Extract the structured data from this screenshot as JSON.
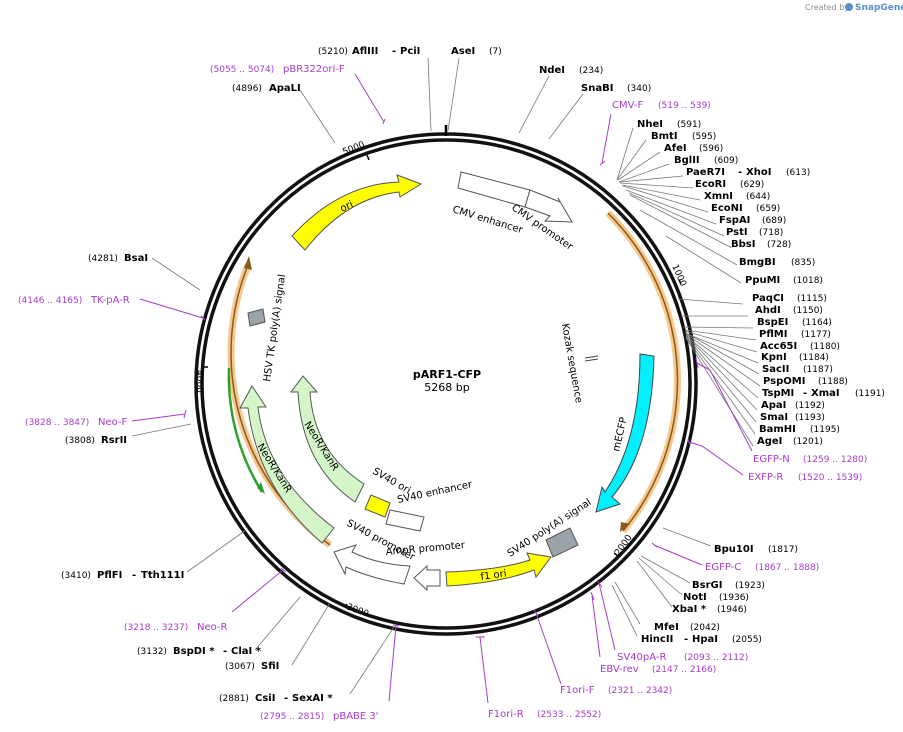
{
  "credit": {
    "prefix": "Created by",
    "brand": "SnapGene"
  },
  "plasmid": {
    "name": "pARF1-CFP",
    "size": "5268 bp",
    "length": 5268
  },
  "ticks": [
    "1000",
    "2000",
    "3000",
    "4000",
    "5000"
  ],
  "features": [
    {
      "label": "CMV enhancer",
      "kind": "outline"
    },
    {
      "label": "CMV promoter",
      "kind": "outline"
    },
    {
      "label": "Kozak sequence",
      "kind": "text"
    },
    {
      "label": "mECFP",
      "kind": "fluor",
      "color": "#00f0ff"
    },
    {
      "label": "SV40 poly(A) signal",
      "kind": "box",
      "color": "#9aa3a8"
    },
    {
      "label": "f1 ori",
      "kind": "ori",
      "color": "#ffff00"
    },
    {
      "label": "AmpR promoter",
      "kind": "outline"
    },
    {
      "label": "SV40 promoter",
      "kind": "outline"
    },
    {
      "label": "SV40 enhancer",
      "kind": "outline"
    },
    {
      "label": "SV40 ori",
      "kind": "ori",
      "color": "#ffff00"
    },
    {
      "label": "NeoR/KanR",
      "kind": "resistance",
      "color": "#d3f5c8"
    },
    {
      "label": "HSV TK poly(A) signal",
      "kind": "box",
      "color": "#9aa3a8"
    },
    {
      "label": "ori",
      "kind": "ori",
      "color": "#ffff00"
    }
  ],
  "enzymes": [
    {
      "name": "AflIII",
      "name2": "PciI",
      "pos": "(5210)"
    },
    {
      "name": "AseI",
      "pos": "(7)"
    },
    {
      "name": "NdeI",
      "pos": "(234)"
    },
    {
      "name": "SnaBI",
      "pos": "(340)"
    },
    {
      "name": "NheI",
      "pos": "(591)"
    },
    {
      "name": "BmtI",
      "pos": "(595)"
    },
    {
      "name": "AfeI",
      "pos": "(596)"
    },
    {
      "name": "BglII",
      "pos": "(609)"
    },
    {
      "name": "PaeR7I",
      "name2": "XhoI",
      "pos": "(613)"
    },
    {
      "name": "EcoRI",
      "pos": "(629)"
    },
    {
      "name": "XmnI",
      "pos": "(644)"
    },
    {
      "name": "EcoNI",
      "pos": "(659)"
    },
    {
      "name": "FspAI",
      "pos": "(689)"
    },
    {
      "name": "PstI",
      "pos": "(718)"
    },
    {
      "name": "BbsI",
      "pos": "(728)"
    },
    {
      "name": "BmgBI",
      "pos": "(835)"
    },
    {
      "name": "PpuMI",
      "pos": "(1018)"
    },
    {
      "name": "PaqCI",
      "pos": "(1115)"
    },
    {
      "name": "AhdI",
      "pos": "(1150)"
    },
    {
      "name": "BspEI",
      "pos": "(1164)"
    },
    {
      "name": "PflMI",
      "pos": "(1177)"
    },
    {
      "name": "Acc65I",
      "pos": "(1180)"
    },
    {
      "name": "KpnI",
      "pos": "(1184)"
    },
    {
      "name": "SacII",
      "pos": "(1187)"
    },
    {
      "name": "PspOMI",
      "pos": "(1188)"
    },
    {
      "name": "TspMI",
      "name2": "XmaI",
      "pos": "(1191)"
    },
    {
      "name": "ApaI",
      "pos": "(1192)"
    },
    {
      "name": "SmaI",
      "pos": "(1193)"
    },
    {
      "name": "BamHI",
      "pos": "(1195)"
    },
    {
      "name": "AgeI",
      "pos": "(1201)"
    },
    {
      "name": "Bpu10I",
      "pos": "(1817)"
    },
    {
      "name": "BsrGI",
      "pos": "(1923)"
    },
    {
      "name": "NotI",
      "pos": "(1936)"
    },
    {
      "name": "XbaI *",
      "pos": "(1946)"
    },
    {
      "name": "MfeI",
      "pos": "(2042)"
    },
    {
      "name": "HincII",
      "name2": "HpaI",
      "pos": "(2055)"
    },
    {
      "name": "CsiI",
      "name2": "SexAI *",
      "pos": "(2881)"
    },
    {
      "name": "SfiI",
      "pos": "(3067)"
    },
    {
      "name": "BspDI *",
      "name2": "ClaI *",
      "pos": "(3132)"
    },
    {
      "name": "PflFI",
      "name2": "Tth111I",
      "pos": "(3410)"
    },
    {
      "name": "RsrII",
      "pos": "(3808)"
    },
    {
      "name": "BsaI",
      "pos": "(4281)"
    },
    {
      "name": "ApaLI",
      "pos": "(4896)"
    }
  ],
  "primers": [
    {
      "name": "pBR322ori-F",
      "range": "(5055 .. 5074)"
    },
    {
      "name": "CMV-F",
      "range": "(519 .. 539)"
    },
    {
      "name": "EGFP-N",
      "range": "(1259 .. 1280)"
    },
    {
      "name": "EXFP-R",
      "range": "(1520 .. 1539)"
    },
    {
      "name": "EGFP-C",
      "range": "(1867 .. 1888)"
    },
    {
      "name": "SV40pA-R",
      "range": "(2093 .. 2112)"
    },
    {
      "name": "EBV-rev",
      "range": "(2147 .. 2166)"
    },
    {
      "name": "F1ori-F",
      "range": "(2321 .. 2342)"
    },
    {
      "name": "F1ori-R",
      "range": "(2533 .. 2552)"
    },
    {
      "name": "pBABE 3'",
      "range": "(2795 .. 2815)"
    },
    {
      "name": "Neo-R",
      "range": "(3218 .. 3237)"
    },
    {
      "name": "Neo-F",
      "range": "(3828 .. 3847)"
    },
    {
      "name": "TK-pA-R",
      "range": "(4146 .. 4165)"
    }
  ]
}
